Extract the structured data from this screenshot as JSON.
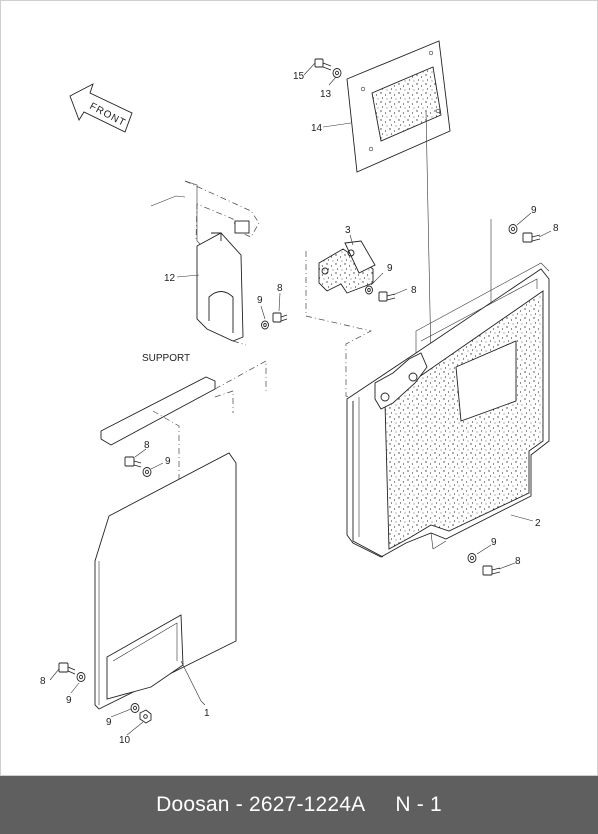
{
  "diagram": {
    "front_label": "FRONT",
    "support_label": "SUPPORT",
    "callouts": {
      "c1": "1",
      "c2": "2",
      "c3": "3",
      "c8a": "8",
      "c8b": "8",
      "c8c": "8",
      "c8d": "8",
      "c8e": "8",
      "c8f": "8",
      "c9a": "9",
      "c9b": "9",
      "c9c": "9",
      "c9d": "9",
      "c9e": "9",
      "c9f": "9",
      "c9g": "9",
      "c10": "10",
      "c12": "12",
      "c13": "13",
      "c14": "14",
      "c15": "15"
    }
  },
  "footer": {
    "brand": "Doosan",
    "separator": " - ",
    "part_number": "2627-1224A",
    "page_code": "N - 1"
  }
}
